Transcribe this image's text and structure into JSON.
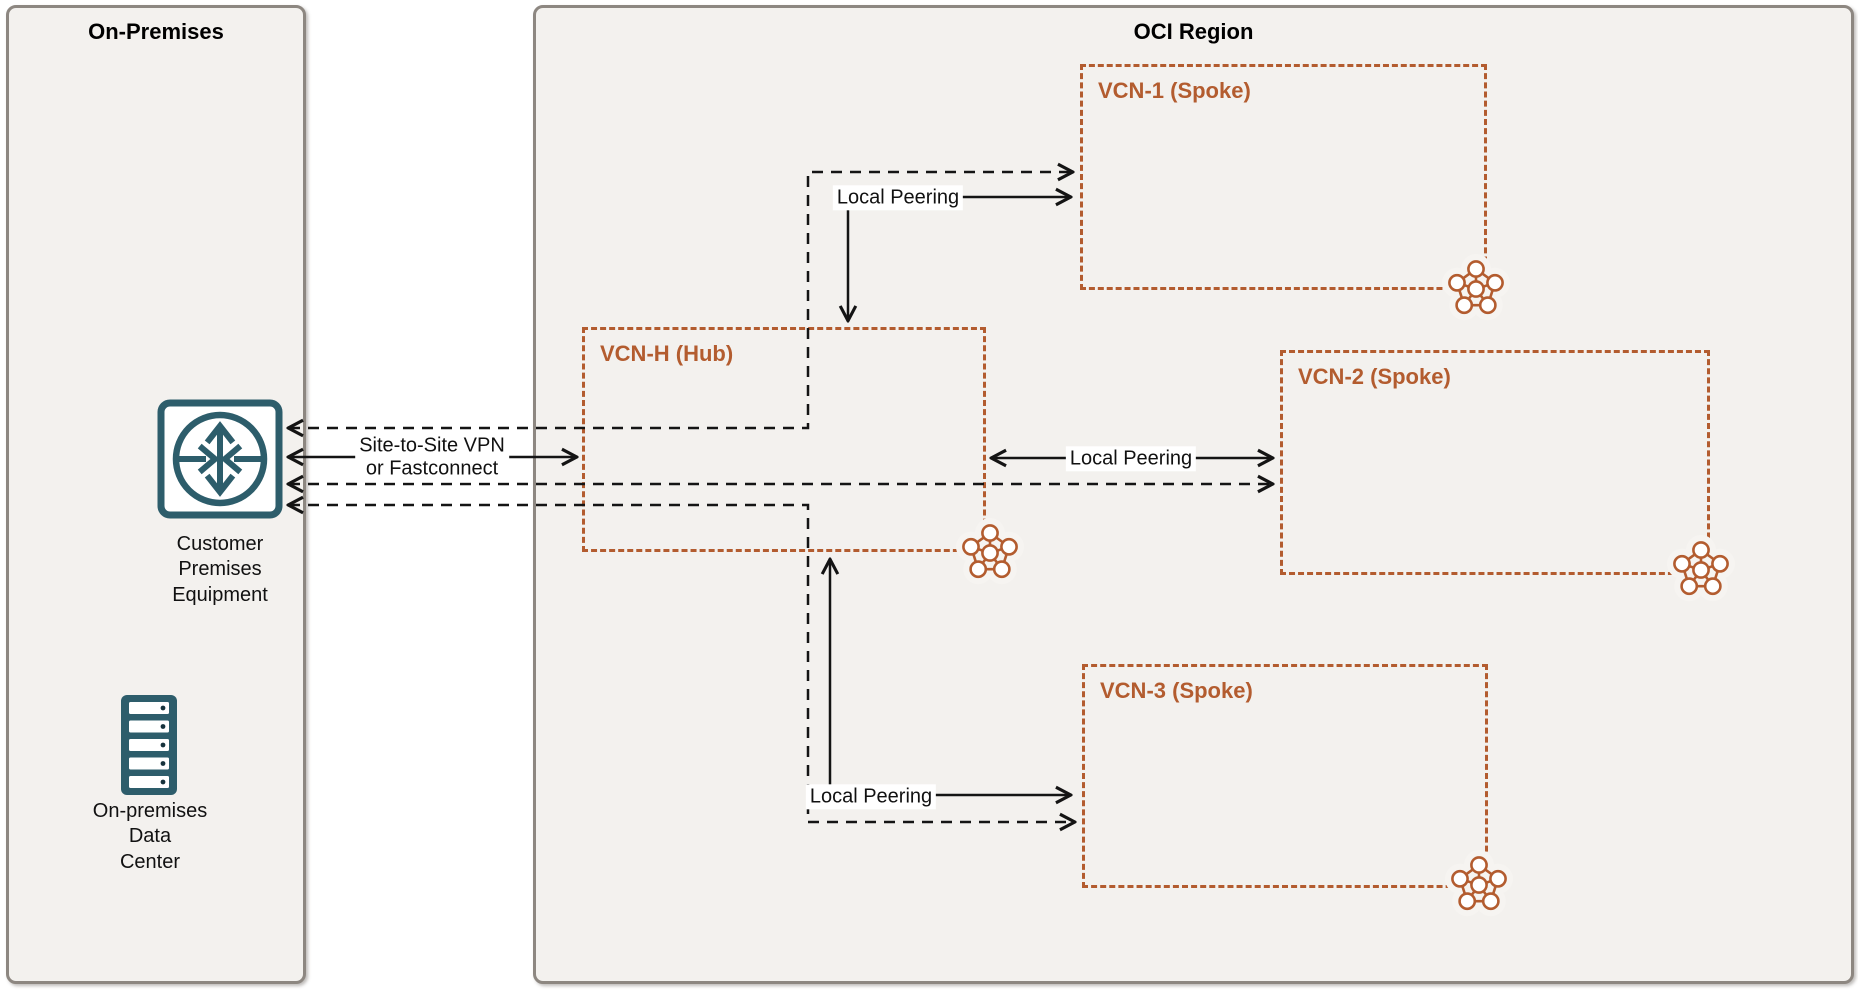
{
  "on_premises": {
    "title": "On-Premises",
    "cpe_label_lines": [
      "Customer",
      "Premises",
      "Equipment"
    ],
    "dc_label_lines": [
      "On-premises",
      "Data",
      "Center"
    ]
  },
  "oci_region": {
    "title": "OCI Region",
    "vcn_spoke1": {
      "name": "VCN-1 (Spoke)"
    },
    "vcn_hub": {
      "name": "VCN-H (Hub)"
    },
    "vcn_spoke2": {
      "name": "VCN-2 (Spoke)"
    },
    "vcn_spoke3": {
      "name": "VCN-3 (Spoke)"
    }
  },
  "connections": {
    "vpn_label_lines": [
      "Site-to-Site VPN",
      "or Fastconnect"
    ],
    "peering_vcn1_label": "Local Peering",
    "peering_vcn2_label": "Local Peering",
    "peering_vcn3_label": "Local Peering"
  },
  "icons": {
    "cpe": "router-icon",
    "data_center": "server-rack-icon",
    "vcn": "vcn-network-icon"
  },
  "colors": {
    "canvas": "#ffffff",
    "panel_fill": "#f3f1ee",
    "panel_border": "#8d8781",
    "vcn_accent": "#b35c2f",
    "connector": "#141414",
    "icon_teal": "#2d5d6b",
    "label_bg": "#ffffff"
  }
}
